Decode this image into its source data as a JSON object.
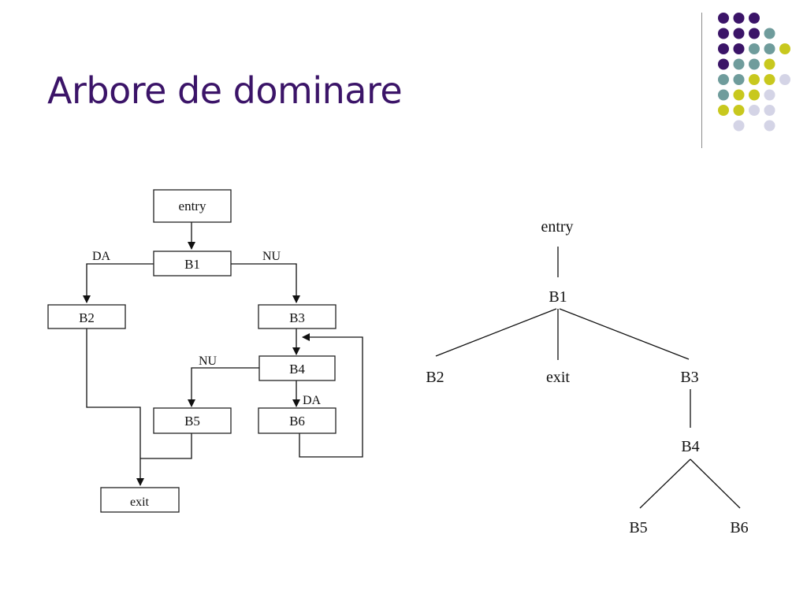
{
  "slide": {
    "title": "Arbore de dominare"
  },
  "decoration": {
    "colors": {
      "purple": "#3b1468",
      "teal": "#6f9c9c",
      "yellow": "#c8c81e",
      "lavender": "#d4d4e6"
    },
    "dot_grid": [
      [
        "purple",
        "purple",
        "purple",
        "",
        ""
      ],
      [
        "purple",
        "purple",
        "purple",
        "teal",
        ""
      ],
      [
        "purple",
        "purple",
        "teal",
        "teal",
        "yellow"
      ],
      [
        "purple",
        "teal",
        "teal",
        "yellow",
        ""
      ],
      [
        "teal",
        "teal",
        "yellow",
        "yellow",
        "lavender"
      ],
      [
        "teal",
        "yellow",
        "yellow",
        "lavender",
        ""
      ],
      [
        "yellow",
        "yellow",
        "lavender",
        "lavender",
        ""
      ],
      [
        "",
        "lavender",
        "",
        "lavender",
        ""
      ]
    ]
  },
  "flowgraph": {
    "nodes": {
      "entry": "entry",
      "b1": "B1",
      "b2": "B2",
      "b3": "B3",
      "b4": "B4",
      "b5": "B5",
      "b6": "B6",
      "exit": "exit"
    },
    "edge_labels": {
      "b1_da": "DA",
      "b1_nu": "NU",
      "b4_nu": "NU",
      "b4_da": "DA"
    }
  },
  "dominator_tree": {
    "nodes": {
      "entry": "entry",
      "b1": "B1",
      "b2": "B2",
      "exit": "exit",
      "b3": "B3",
      "b4": "B4",
      "b5": "B5",
      "b6": "B6"
    },
    "edges": [
      [
        "entry",
        "B1"
      ],
      [
        "B1",
        "B2"
      ],
      [
        "B1",
        "exit"
      ],
      [
        "B1",
        "B3"
      ],
      [
        "B3",
        "B4"
      ],
      [
        "B4",
        "B5"
      ],
      [
        "B4",
        "B6"
      ]
    ]
  }
}
